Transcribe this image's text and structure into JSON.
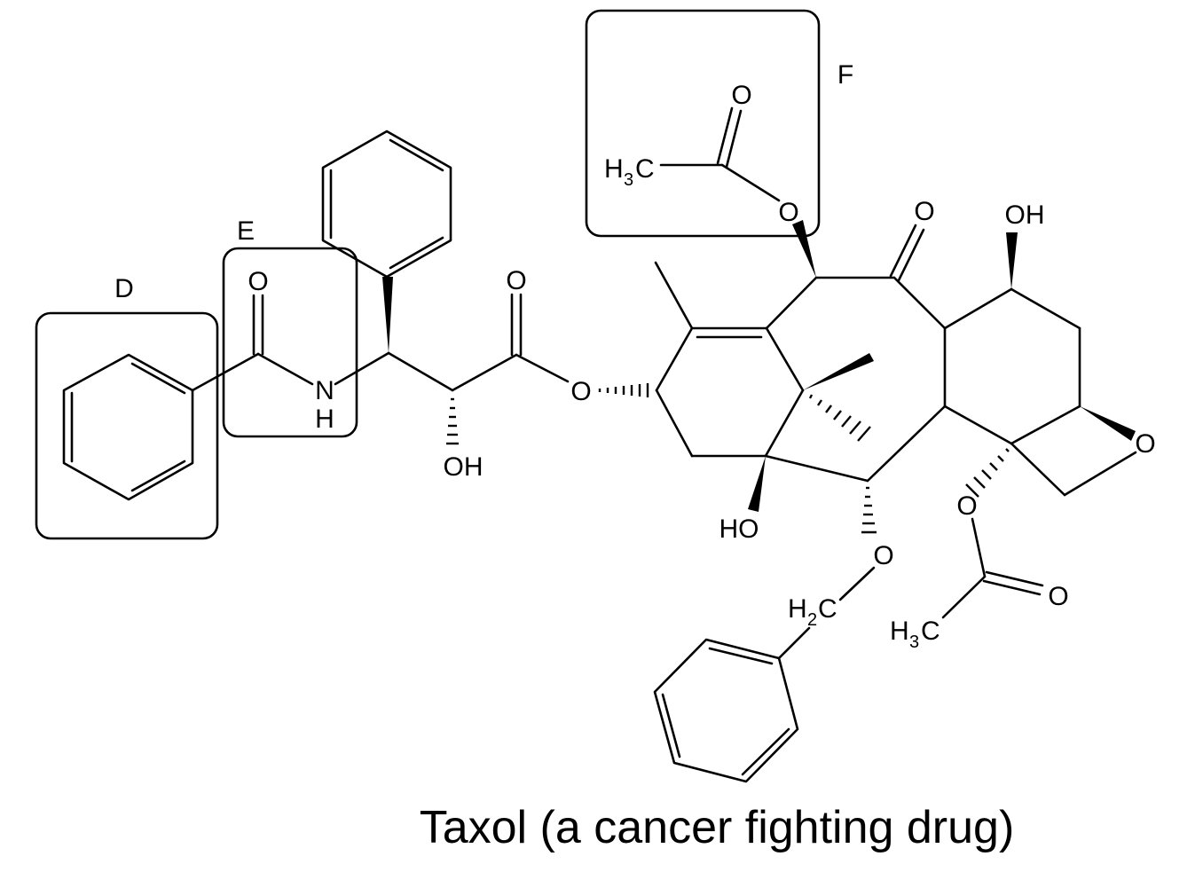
{
  "caption": "Taxol (a cancer fighting drug)",
  "region_labels": {
    "D": "D",
    "E": "E",
    "F": "F"
  },
  "atoms": {
    "amide_O": "O",
    "amide_N": "N",
    "amide_H": "H",
    "ester_carbonyl_O": "O",
    "side_chain_OH": "OH",
    "ester_link_O": "O",
    "acetate_top_O_carbonyl": "O",
    "acetate_top_O_link": "O",
    "acetate_top_methyl": "H",
    "acetate_top_methyl_sub": "3",
    "acetate_top_methyl_C": "C",
    "ketone_O": "O",
    "ring_OH_top": "OH",
    "oxetane_O": "O",
    "ring_HO_bottom": "HO",
    "ether_O": "O",
    "benzyl_H": "H",
    "benzyl_sub": "2",
    "benzyl_C": "C",
    "acetate_bottom_O_link": "O",
    "acetate_bottom_O_carbonyl": "O",
    "acetate_bottom_methyl": "H",
    "acetate_bottom_methyl_sub": "3",
    "acetate_bottom_methyl_C": "C"
  }
}
